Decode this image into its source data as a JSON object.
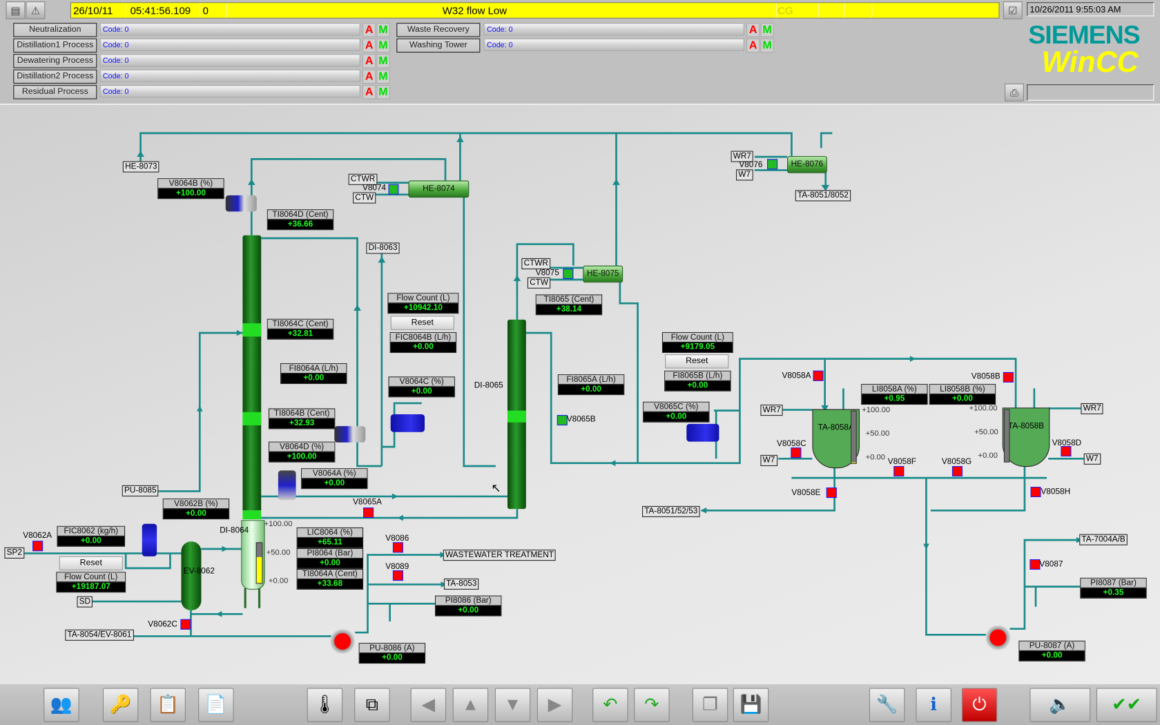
{
  "header": {
    "alarm_date": "26/10/11",
    "alarm_time": "05:41:56.109",
    "alarm_number": "0",
    "alarm_text": "W32 flow Low",
    "alarm_class": "CG",
    "datetime": "10/26/2011 9:55:03 AM"
  },
  "areas": [
    {
      "label": "Neutralization",
      "code": "Code: 0",
      "a": "A",
      "m": "M"
    },
    {
      "label": "Distillation1 Process",
      "code": "Code: 0",
      "a": "A",
      "m": "M"
    },
    {
      "label": "Dewatering Process",
      "code": "Code: 0",
      "a": "A",
      "m": "M"
    },
    {
      "label": "Distillation2 Process",
      "code": "Code: 0",
      "a": "A",
      "m": "M"
    },
    {
      "label": "Residual Process",
      "code": "Code: 0",
      "a": "A",
      "m": "M"
    },
    {
      "label": "Waste Recovery",
      "code": "Code: 0",
      "a": "A",
      "m": "M"
    },
    {
      "label": "Washing Tower",
      "code": "Code: 0",
      "a": "A",
      "m": "M"
    }
  ],
  "logo": {
    "brand": "SIEMENS",
    "product": "WinCC"
  },
  "displays": {
    "v8064b": {
      "label": "V8064B (%)",
      "value": "+100.00"
    },
    "ti8064d": {
      "label": "TI8064D (Cent)",
      "value": "+36.66"
    },
    "ti8064c": {
      "label": "TI8064C (Cent)",
      "value": "+32.81"
    },
    "fi8064a": {
      "label": "FI8064A (L/h)",
      "value": "+0.00"
    },
    "ti8064b": {
      "label": "TI8064B (Cent)",
      "value": "+32.93"
    },
    "v8064d": {
      "label": "V8064D (%)",
      "value": "+100.00"
    },
    "v8064a": {
      "label": "V8064A (%)",
      "value": "+0.00"
    },
    "v8062b": {
      "label": "V8062B (%)",
      "value": "+0.00"
    },
    "fic8062": {
      "label": "FIC8062 (kg/h)",
      "value": "+0.00"
    },
    "flow8062": {
      "label": "Flow Count (L)",
      "value": "+19187.07"
    },
    "lic8064": {
      "label": "LIC8064 (%)",
      "value": "+65.11"
    },
    "pi8064": {
      "label": "PI8064 (Bar)",
      "value": "+0.00"
    },
    "ti8064a": {
      "label": "TI8064A (Cent)",
      "value": "+33.68"
    },
    "pu8086": {
      "label": "PU-8086 (A)",
      "value": "+0.00"
    },
    "pi8086": {
      "label": "PI8086 (Bar)",
      "value": "+0.00"
    },
    "flow8064": {
      "label": "Flow Count (L)",
      "value": "+10942.10"
    },
    "fic8064b": {
      "label": "FIC8064B (L/h)",
      "value": "+0.00"
    },
    "v8064c": {
      "label": "V8064C (%)",
      "value": "+0.00"
    },
    "ti8065": {
      "label": "TI8065 (Cent)",
      "value": "+38.14"
    },
    "fi8065a": {
      "label": "FI8065A (L/h)",
      "value": "+0.00"
    },
    "flow8065": {
      "label": "Flow Count (L)",
      "value": "+9179.05"
    },
    "fi8065b": {
      "label": "FI8065B (L/h)",
      "value": "+0.00"
    },
    "v8065c": {
      "label": "V8065C (%)",
      "value": "+0.00"
    },
    "li8058a": {
      "label": "LI8058A (%)",
      "value": "+0.95"
    },
    "li8058b": {
      "label": "LI8058B (%)",
      "value": "+0.00"
    },
    "pi8087": {
      "label": "PI8087 (Bar)",
      "value": "+0.35"
    },
    "pu8087": {
      "label": "PU-8087 (A)",
      "value": "+0.00"
    }
  },
  "reset_label": "Reset",
  "boxes": {
    "he8073": "HE-8073",
    "ctwr1": "CTWR",
    "ctw1": "CTW",
    "di8063": "DI-8063",
    "pu8085": "PU-8085",
    "sp2": "SP2",
    "sd": "SD",
    "ta8054": "TA-8054/EV-8061",
    "wastewater": "WASTEWATER TREATMENT",
    "ta8053": "TA-8053",
    "ctwr2": "CTWR",
    "ctw2": "CTW",
    "wr7a": "WR7",
    "w7a": "W7",
    "ta80518052": "TA-8051/8052",
    "wr7b": "WR7",
    "w7b": "W7",
    "wr7c": "WR7",
    "w7c": "W7",
    "ta805153": "TA-8051/52/53",
    "ta7004": "TA-7004A/B"
  },
  "labels": {
    "v8074": "V8074",
    "v8075": "V8075",
    "v8076": "V8076",
    "di8065": "DI-8065",
    "di8064": "DI-8064",
    "ev8062": "EV-8062",
    "v8062a": "V8062A",
    "v8062c": "V8062C",
    "v8065a": "V8065A",
    "v8086": "V8086",
    "v8089": "V8089",
    "v8065b": "V8065B",
    "v8058a": "V8058A",
    "v8058b": "V8058B",
    "v8058c": "V8058C",
    "v8058d": "V8058D",
    "v8058e": "V8058E",
    "v8058f": "V8058F",
    "v8058g": "V8058G",
    "v8058h": "V8058H",
    "v8087": "V8087",
    "he8074": "HE-8074",
    "he8075": "HE-8075",
    "he8076": "HE-8076",
    "ta8058a": "TA-8058A",
    "ta8058b": "TA-8058B"
  },
  "scales": {
    "s100": "+100.00",
    "s50": "+50.00",
    "s0": "+0.00"
  },
  "levels": {
    "di8064_percent": 65.11,
    "ta8058a_percent": 0.95,
    "ta8058b_percent": 0.0
  },
  "colors": {
    "pipe": "#1a8a8a",
    "alarm_bar": "#ffff00",
    "value_text": "#22ff22",
    "brand": "#009999"
  }
}
